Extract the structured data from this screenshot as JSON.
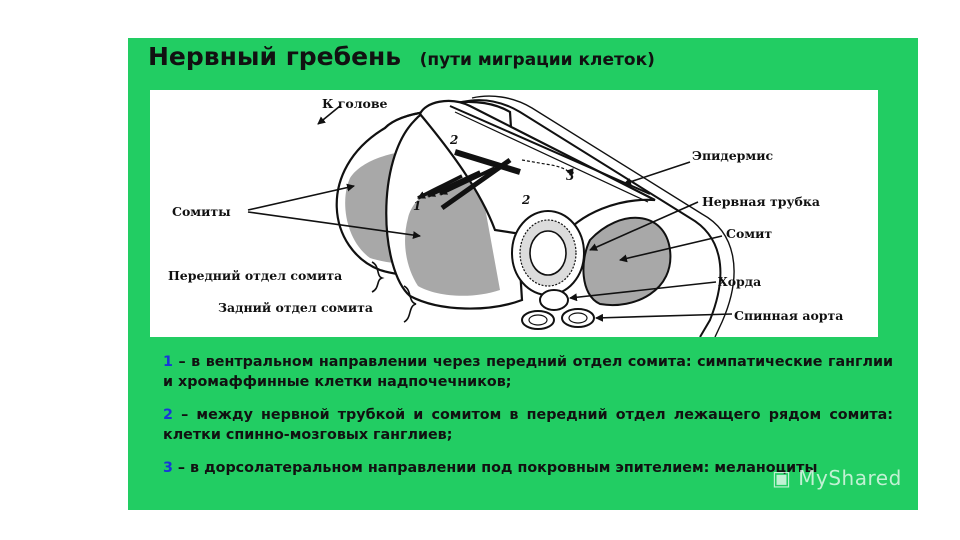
{
  "title": {
    "main": "Нервный гребень",
    "sub": "(пути миграции клеток)"
  },
  "figure": {
    "labels": {
      "head": "К голове",
      "somites": "Сомиты",
      "anterior": "Передний отдел сомита",
      "posterior": "Задний отдел сомита",
      "epidermis": "Эпидермис",
      "neural_tube": "Нервная трубка",
      "somite": "Сомит",
      "notochord": "Хорда",
      "aorta": "Спинная аорта"
    },
    "paths": {
      "p1": "1",
      "p2a": "2",
      "p2b": "2",
      "p3": "3"
    }
  },
  "notes": [
    {
      "num": "1",
      "text": " – в вентральном направлении через передний отдел сомита: симпатические ганглии и хромаффинные клетки надпочечников;"
    },
    {
      "num": "2",
      "text": " – между нервной трубкой и сомитом в передний отдел лежащего рядом сомита: клетки спинно-мозговых ганглиев;"
    },
    {
      "num": "3",
      "text": " – в дорсолатеральном направлении под покровным эпителием: меланоциты"
    }
  ],
  "watermark": "MyShared",
  "colors": {
    "slide_bg": "#22cd63",
    "number_color": "#1836d8",
    "shade": "#a8a8a8"
  }
}
